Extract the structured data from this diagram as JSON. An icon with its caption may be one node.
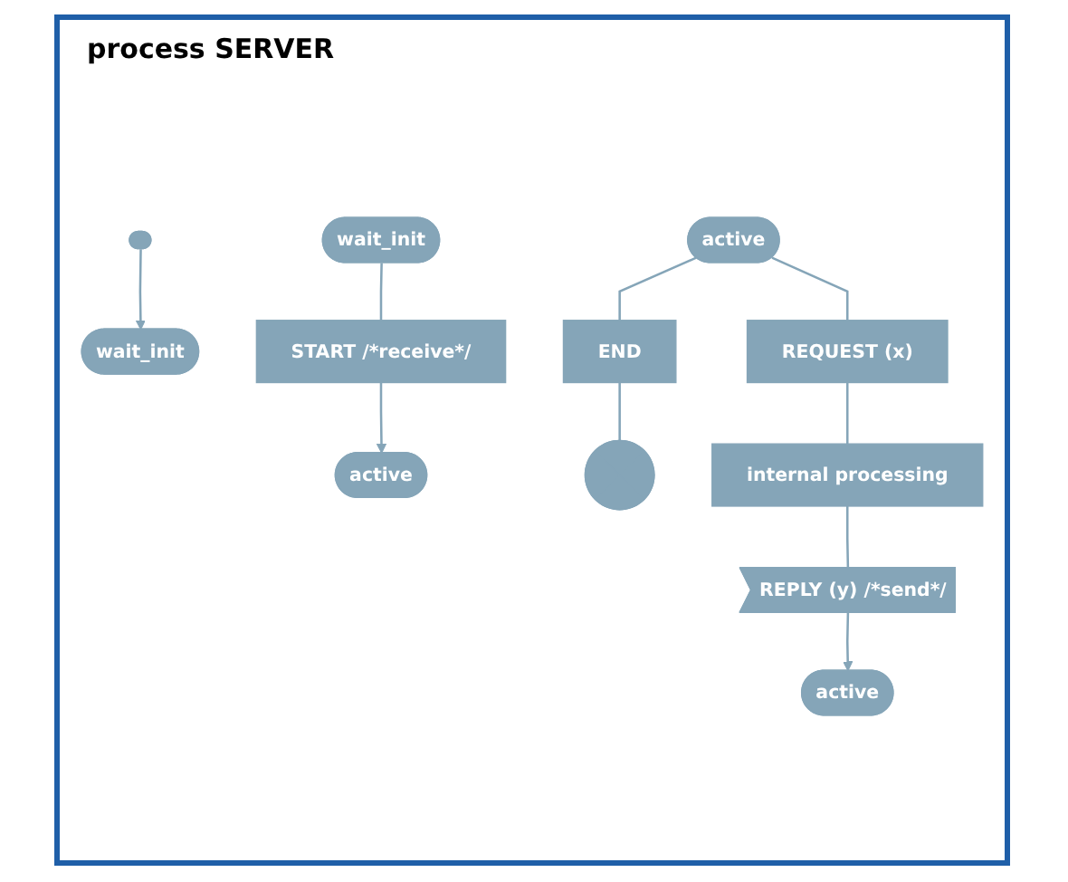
{
  "diagram": {
    "title": "process SERVER",
    "nodes": [
      {
        "text": [],
        "shape": "stadium"
      },
      {
        "text": [
          "wait_init"
        ]
      },
      {
        "text": [
          "wait_init"
        ]
      },
      {
        "text": [
          "START /*receive*/"
        ]
      },
      {
        "text": [
          "active"
        ]
      },
      {
        "text": [
          "active"
        ]
      },
      {
        "text": [
          "REQUEST (x)"
        ]
      },
      {
        "text": [
          "END"
        ]
      },
      {
        "text": [],
        "shape": "cross"
      },
      {
        "text": [
          "internal processing"
        ]
      },
      {
        "text": [
          "REPLY (y) /*send*/"
        ]
      },
      {
        "text": [
          "active"
        ]
      }
    ],
    "edges": [
      {
        "from": 0,
        "to": 1,
        "arrow": "to"
      },
      {
        "from": 2,
        "to": 3,
        "arrow": "none"
      },
      {
        "from": 3,
        "to": 4,
        "arrow": "to"
      },
      {
        "from": 5,
        "to": 6,
        "arrow": "none"
      },
      {
        "from": 5,
        "to": 7,
        "arrow": "none"
      },
      {
        "from": 7,
        "to": 8,
        "arrow": "none"
      },
      {
        "from": 6,
        "to": 9,
        "arrow": "none"
      },
      {
        "from": 9,
        "to": 10,
        "arrow": "none"
      },
      {
        "from": 10,
        "to": 11,
        "arrow": "to"
      }
    ]
  }
}
